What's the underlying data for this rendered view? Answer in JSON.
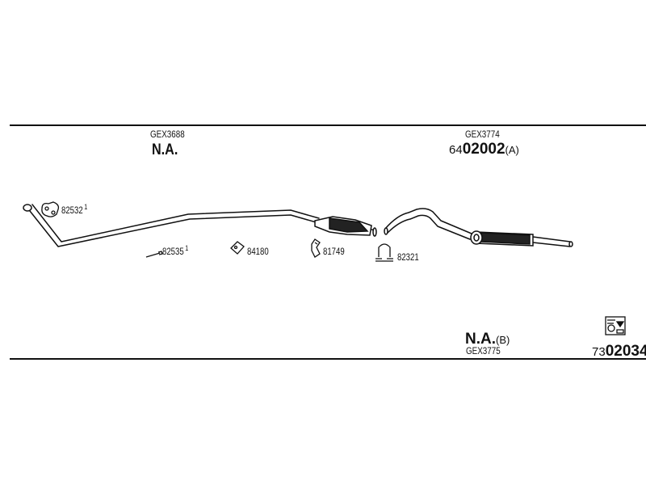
{
  "left_section": {
    "code": "GEX3688",
    "status": "N.A."
  },
  "right_section": {
    "code": "GEX3774",
    "number_prefix": "64",
    "number_main": "02002",
    "number_suffix": "(A)"
  },
  "bottom_section": {
    "status": "N.A.",
    "status_suffix": "(B)",
    "code": "GEX3775"
  },
  "page": {
    "number_prefix": "73",
    "number_main": "02034"
  },
  "parts": [
    {
      "number": "82532",
      "note": "1"
    },
    {
      "number": "82535",
      "note": "1"
    },
    {
      "number": "84180",
      "note": ""
    },
    {
      "number": "81749",
      "note": ""
    },
    {
      "number": "82321",
      "note": ""
    }
  ]
}
